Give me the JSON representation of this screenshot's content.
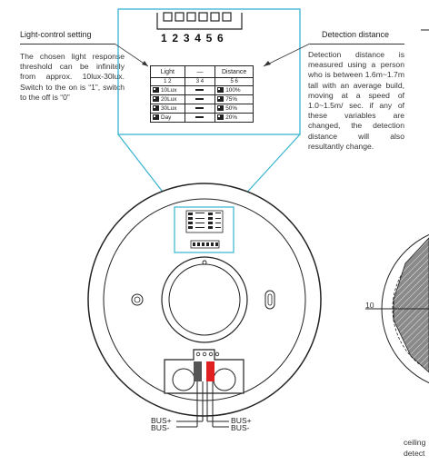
{
  "left": {
    "title": "Light-control setting",
    "text": "The chosen light response threshold can be infinitely from approx. 10lux-30lux. Switch to the on is “1”, switch to the off is “0”"
  },
  "right": {
    "title": "Detection distance",
    "text": "Detection distance is measured using a person who is between 1.6m~1.7m tall with an average build, moving at a speed of 1.0~1.5m/ sec. if any of these variables are changed, the detection distance will also resultantly change."
  },
  "switch_numbers": "1 2 3 4 5 6",
  "table": {
    "head_light": "Light",
    "head_mid": "—",
    "head_distance": "Distance",
    "sub_light": "1 2",
    "sub_mid": "3 4",
    "sub_distance": "5 6",
    "rows": [
      {
        "light": "10Lux",
        "distance": "100%"
      },
      {
        "light": "20Lux",
        "distance": "75%"
      },
      {
        "light": "30Lux",
        "distance": "50%"
      },
      {
        "light": "Day",
        "distance": "20%"
      }
    ]
  },
  "bus_plus": "BUS+",
  "bus_minus": "BUS-",
  "right_fig": {
    "scale_label": "10",
    "caption_line1": "ceiling",
    "caption_line2": "detect"
  }
}
